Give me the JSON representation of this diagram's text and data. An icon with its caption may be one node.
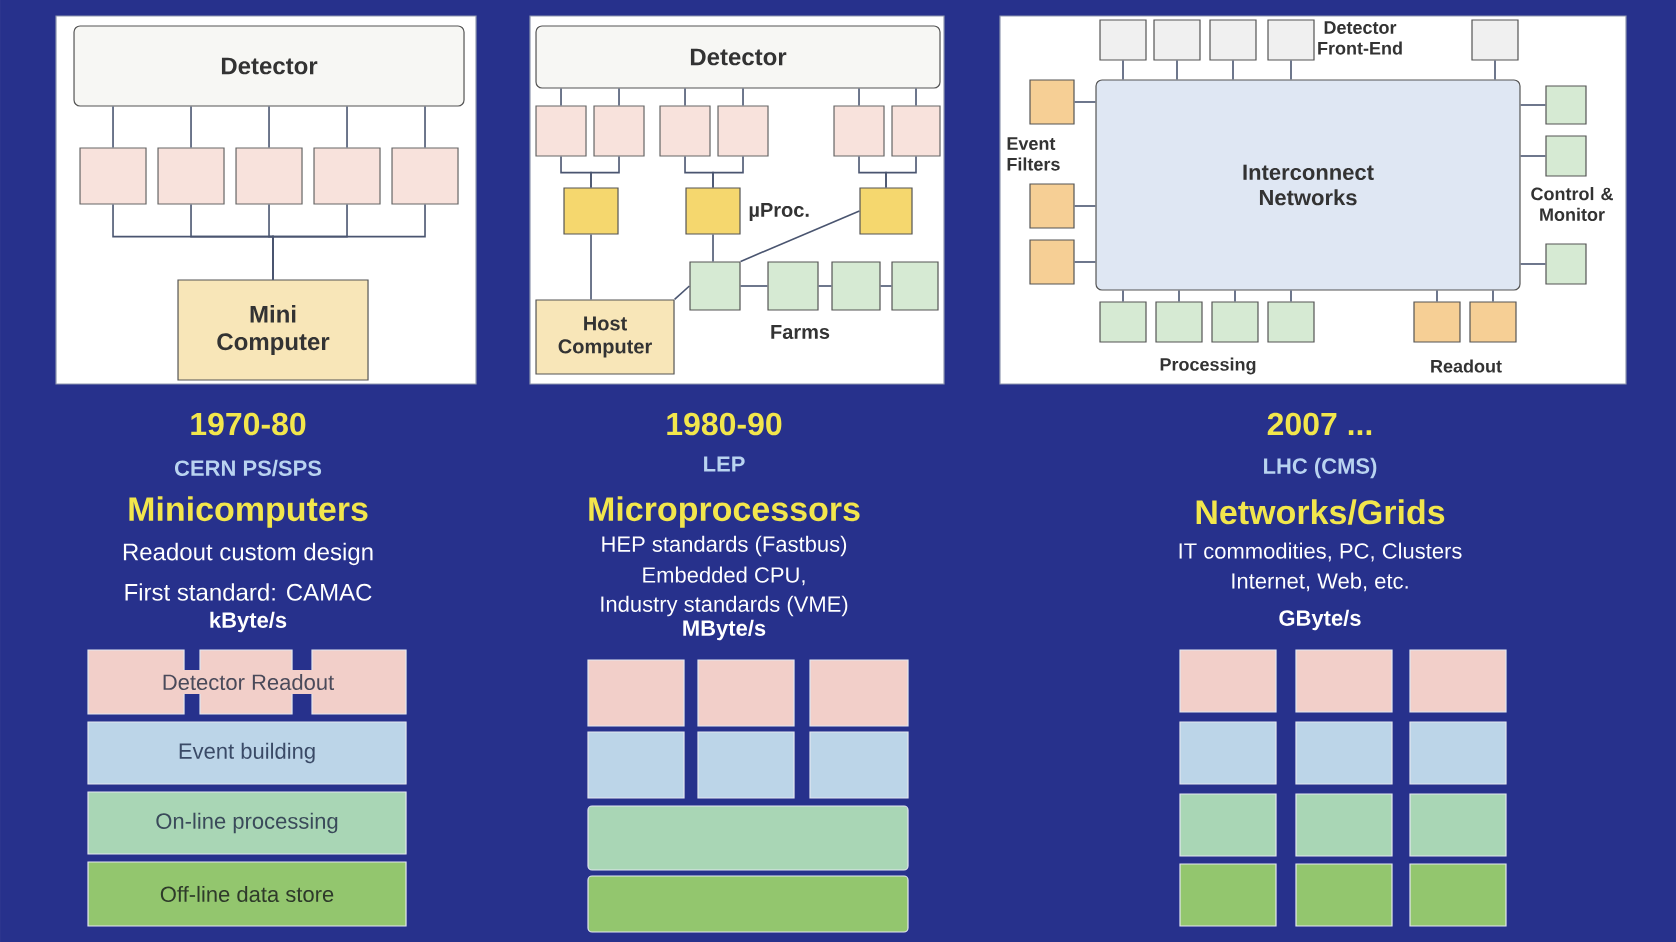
{
  "diagram": {
    "nodes": [
      {
        "text": [],
        "shape": "box"
      },
      {
        "text": [
          "Detector"
        ],
        "in": 0
      },
      {
        "text": [],
        "shape": "box",
        "in": 0
      },
      {
        "text": [],
        "shape": "box",
        "in": 0
      },
      {
        "text": [],
        "shape": "box",
        "in": 0
      },
      {
        "text": [],
        "shape": "box",
        "in": 0
      },
      {
        "text": [],
        "shape": "box",
        "in": 0
      },
      {
        "text": [
          "Mini Computer"
        ],
        "in": 0
      },
      {
        "text": [],
        "shape": "box"
      },
      {
        "text": [
          "Detector"
        ],
        "in": 8
      },
      {
        "text": [],
        "shape": "box",
        "in": 8
      },
      {
        "text": [],
        "shape": "box",
        "in": 8
      },
      {
        "text": [],
        "shape": "box",
        "in": 8
      },
      {
        "text": [],
        "shape": "box",
        "in": 8
      },
      {
        "text": [],
        "shape": "box",
        "in": 8
      },
      {
        "text": [],
        "shape": "box",
        "in": 8
      },
      {
        "text": [],
        "shape": "box",
        "in": 8
      },
      {
        "text": [],
        "shape": "box",
        "in": 8,
        "beside": [
          "µProc."
        ]
      },
      {
        "text": [],
        "shape": "box",
        "in": 8
      },
      {
        "text": [
          "Host Computer"
        ],
        "in": 8
      },
      {
        "text": [],
        "shape": "box",
        "in": 8
      },
      {
        "text": [],
        "shape": "box",
        "in": 8
      },
      {
        "text": [],
        "shape": "box",
        "in": 8
      },
      {
        "text": [],
        "shape": "box",
        "in": 8
      },
      {
        "text": [],
        "shape": "box"
      },
      {
        "text": [
          "Interconnect Networks"
        ],
        "in": 24
      },
      {
        "text": [],
        "shape": "box",
        "in": 24
      },
      {
        "text": [],
        "shape": "box",
        "in": 24
      },
      {
        "text": [],
        "shape": "box",
        "in": 24
      },
      {
        "text": [],
        "shape": "box",
        "in": 24
      },
      {
        "text": [],
        "shape": "box",
        "in": 24
      },
      {
        "text": [],
        "shape": "box",
        "in": 24
      },
      {
        "text": [],
        "shape": "box",
        "in": 24
      },
      {
        "text": [],
        "shape": "box",
        "in": 24
      },
      {
        "text": [],
        "shape": "box",
        "in": 24
      },
      {
        "text": [],
        "shape": "box",
        "in": 24
      },
      {
        "text": [],
        "shape": "box",
        "in": 24
      },
      {
        "text": [],
        "shape": "box",
        "in": 24
      },
      {
        "text": [],
        "shape": "box",
        "in": 24
      },
      {
        "text": [],
        "shape": "box",
        "in": 24
      },
      {
        "text": [],
        "shape": "box",
        "in": 24
      },
      {
        "text": [],
        "shape": "box",
        "in": 24
      },
      {
        "text": [],
        "shape": "box",
        "in": 24
      },
      {
        "text": [],
        "shape": "box"
      },
      {
        "text": [],
        "shape": "box"
      },
      {
        "text": [],
        "shape": "box"
      },
      {
        "text": [
          "Event building"
        ]
      },
      {
        "text": [
          "On-line processing"
        ]
      },
      {
        "text": [
          "Off-line data store"
        ]
      },
      {
        "text": [],
        "shape": "box"
      },
      {
        "text": [],
        "shape": "box"
      },
      {
        "text": [],
        "shape": "box"
      },
      {
        "text": [],
        "shape": "box"
      },
      {
        "text": [],
        "shape": "box"
      },
      {
        "text": [],
        "shape": "box"
      },
      {
        "text": [],
        "shape": "bar"
      },
      {
        "text": [],
        "shape": "bar"
      },
      {
        "text": [],
        "shape": "box"
      },
      {
        "text": [],
        "shape": "box"
      },
      {
        "text": [],
        "shape": "box"
      },
      {
        "text": [],
        "shape": "box"
      },
      {
        "text": [],
        "shape": "box"
      },
      {
        "text": [],
        "shape": "box"
      },
      {
        "text": [],
        "shape": "box"
      },
      {
        "text": [],
        "shape": "box"
      },
      {
        "text": [],
        "shape": "box"
      },
      {
        "text": [],
        "shape": "box"
      },
      {
        "text": [],
        "shape": "box"
      },
      {
        "text": [],
        "shape": "box"
      }
    ],
    "edges": [
      {
        "from": 1,
        "to": 2,
        "arrow": "none"
      },
      {
        "from": 1,
        "to": 3,
        "arrow": "none"
      },
      {
        "from": 1,
        "to": 4,
        "arrow": "none"
      },
      {
        "from": 1,
        "to": 5,
        "arrow": "none"
      },
      {
        "from": 1,
        "to": 6,
        "arrow": "none"
      },
      {
        "from": 2,
        "to": 7,
        "arrow": "none"
      },
      {
        "from": 3,
        "to": 7,
        "arrow": "none"
      },
      {
        "from": 4,
        "to": 7,
        "arrow": "none"
      },
      {
        "from": 5,
        "to": 7,
        "arrow": "none"
      },
      {
        "from": 6,
        "to": 7,
        "arrow": "none"
      },
      {
        "from": 9,
        "to": 10,
        "arrow": "none"
      },
      {
        "from": 9,
        "to": 11,
        "arrow": "none"
      },
      {
        "from": 9,
        "to": 12,
        "arrow": "none"
      },
      {
        "from": 9,
        "to": 13,
        "arrow": "none"
      },
      {
        "from": 9,
        "to": 14,
        "arrow": "none"
      },
      {
        "from": 9,
        "to": 15,
        "arrow": "none"
      },
      {
        "from": 10,
        "to": 16,
        "arrow": "none"
      },
      {
        "from": 11,
        "to": 16,
        "arrow": "none"
      },
      {
        "from": 12,
        "to": 17,
        "arrow": "none"
      },
      {
        "from": 13,
        "to": 17,
        "arrow": "none"
      },
      {
        "from": 14,
        "to": 18,
        "arrow": "none"
      },
      {
        "from": 15,
        "to": 18,
        "arrow": "none"
      },
      {
        "from": 16,
        "to": 19,
        "arrow": "none"
      },
      {
        "from": 17,
        "to": 20,
        "arrow": "none"
      },
      {
        "from": 18,
        "to": 20,
        "arrow": "none"
      },
      {
        "from": 19,
        "to": 20,
        "arrow": "none"
      },
      {
        "from": 20,
        "to": 21,
        "arrow": "none"
      },
      {
        "from": 21,
        "to": 22,
        "arrow": "none"
      },
      {
        "from": 22,
        "to": 23,
        "arrow": "none"
      },
      {
        "from": 26,
        "to": 25,
        "arrow": "none"
      },
      {
        "from": 27,
        "to": 25,
        "arrow": "none"
      },
      {
        "from": 28,
        "to": 25,
        "arrow": "none"
      },
      {
        "from": 29,
        "to": 25,
        "arrow": "none"
      },
      {
        "from": 30,
        "to": 25,
        "arrow": "none"
      },
      {
        "from": 31,
        "to": 25,
        "arrow": "none"
      },
      {
        "from": 32,
        "to": 25,
        "arrow": "none"
      },
      {
        "from": 33,
        "to": 25,
        "arrow": "none"
      },
      {
        "from": 34,
        "to": 25,
        "arrow": "none"
      },
      {
        "from": 35,
        "to": 25,
        "arrow": "none"
      },
      {
        "from": 36,
        "to": 25,
        "arrow": "none"
      },
      {
        "from": 37,
        "to": 25,
        "arrow": "none"
      },
      {
        "from": 38,
        "to": 25,
        "arrow": "none"
      },
      {
        "from": 39,
        "to": 25,
        "arrow": "none"
      },
      {
        "from": 40,
        "to": 25,
        "arrow": "none"
      },
      {
        "from": 41,
        "to": 25,
        "arrow": "none"
      },
      {
        "from": 42,
        "to": 25,
        "arrow": "none"
      }
    ],
    "labels": [
      "Farms",
      "Detector Front-End",
      "Event Filters",
      "Control & Monitor",
      "Processing",
      "Readout",
      "1970-80",
      "CERN PS/SPS",
      "Minicomputers",
      "Readout custom design",
      "First standard: CAMAC",
      "kByte/s",
      "Detector Readout",
      "1980-90",
      "LEP",
      "Microprocessors",
      "HEP standards (Fastbus)",
      "Embedded CPU,",
      "Industry standards (VME)",
      "MByte/s",
      "2007 ...",
      "LHC (CMS)",
      "Networks/Grids",
      "IT commodities, PC, Clusters",
      "Internet, Web, etc.",
      "GByte/s"
    ]
  }
}
